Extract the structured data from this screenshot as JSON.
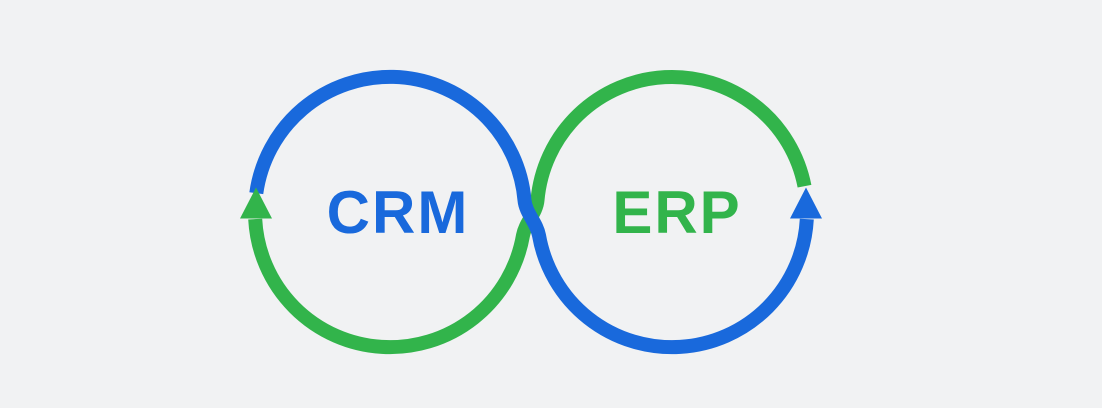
{
  "diagram": {
    "left_label": "CRM",
    "right_label": "ERP"
  },
  "icons": {
    "left_arrow": "up-arrowhead",
    "right_arrow": "up-arrowhead"
  },
  "colors": {
    "blue": "#1969dc",
    "green": "#32b44b",
    "background": "#f1f2f3"
  }
}
